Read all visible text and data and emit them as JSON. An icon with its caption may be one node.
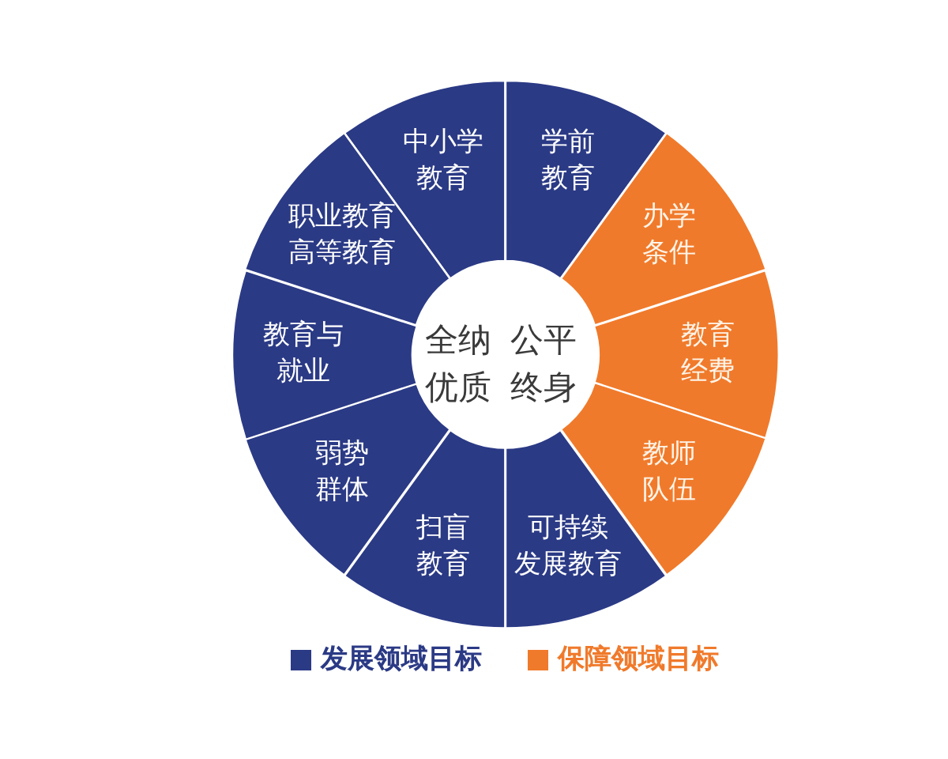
{
  "diagram": {
    "nodes": [
      {
        "text": [
          "中小学教育"
        ]
      },
      {
        "text": [
          "学前教育"
        ]
      },
      {
        "text": [
          "办学条件"
        ]
      },
      {
        "text": [
          "教育经费"
        ]
      },
      {
        "text": [
          "教师队伍"
        ]
      },
      {
        "text": [
          "可持续发展教育"
        ]
      },
      {
        "text": [
          "扫盲教育"
        ]
      },
      {
        "text": [
          "弱势群体"
        ]
      },
      {
        "text": [
          "教育与就业"
        ]
      },
      {
        "text": [
          "职业教育高等教育"
        ]
      },
      {
        "text": [
          "全纳优质",
          "公平终身"
        ]
      }
    ],
    "legend": [
      {
        "text": "发展领域目标",
        "color": "#2b3a85"
      },
      {
        "text": "保障领域目标",
        "color": "#f07a2b"
      }
    ]
  }
}
